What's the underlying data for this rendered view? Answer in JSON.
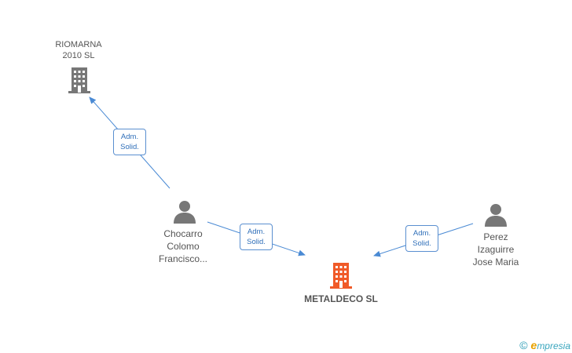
{
  "nodes": {
    "riomarna": {
      "name_line1": "RIOMARNA",
      "name_line2": "2010 SL",
      "icon": "building-icon",
      "color": "#777777"
    },
    "chocarro": {
      "name_line1": "Chocarro",
      "name_line2": "Colomo",
      "name_line3": "Francisco...",
      "icon": "person-icon",
      "color": "#777777"
    },
    "perez": {
      "name_line1": "Perez",
      "name_line2": "Izaguirre",
      "name_line3": "Jose Maria",
      "icon": "person-icon",
      "color": "#777777"
    },
    "metaldeco": {
      "name": "METALDECO SL",
      "icon": "building-icon",
      "color": "#f05a28"
    }
  },
  "edges": [
    {
      "from": "chocarro",
      "to": "riomarna",
      "label_line1": "Adm.",
      "label_line2": "Solid."
    },
    {
      "from": "chocarro",
      "to": "metaldeco",
      "label_line1": "Adm.",
      "label_line2": "Solid."
    },
    {
      "from": "perez",
      "to": "metaldeco",
      "label_line1": "Adm.",
      "label_line2": "Solid."
    }
  ],
  "colors": {
    "edge": "#4a8ad4",
    "badge_text": "#2f6fb9"
  },
  "footer": {
    "copyright": "©",
    "brand_initial": "e",
    "brand_rest": "mpresia"
  }
}
